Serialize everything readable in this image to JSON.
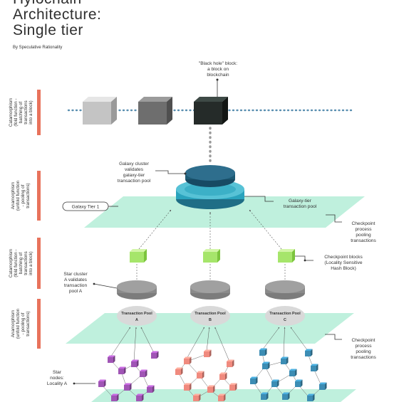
{
  "title": "Hylochain\nArchitecture:\nSingle tier",
  "byline": "By Speculative Rationality",
  "side_labels": [
    [
      "Catamorphism",
      "(fold function -",
      "batching of",
      "transactions",
      "into a block)"
    ],
    [
      "Anamorphism",
      "(unfold function",
      "- pooling of",
      "transactions)"
    ],
    [
      "Catamorphism",
      "(fold function -",
      "batching of",
      "transactions",
      "into a block)"
    ],
    [
      "Anamorphism",
      "(unfold function",
      "- pooling of",
      "transactions)"
    ]
  ],
  "annotations": {
    "black_hole": [
      "\"Black hole\" block:",
      "a block on",
      "blockchain"
    ],
    "galaxy_cluster": [
      "Galaxy cluster",
      "validates",
      "galaxy-tier",
      "transaction pool"
    ],
    "galaxy_tier_tag": "Galaxy Tier 1",
    "galaxy_pool": [
      "Galaxy-tier",
      "transaction pool"
    ],
    "checkpoint_top": [
      "Checkpoint",
      "process",
      "pooling",
      "transactions"
    ],
    "checkpoint_blocks": [
      "Checkpoint blocks",
      "(Locality Sensitive",
      "Hash Block)"
    ],
    "star_cluster": [
      "Star cluster",
      "A validates",
      "transaction",
      "pool A"
    ],
    "checkpoint_bottom": [
      "Checkpoint",
      "process",
      "pooling",
      "transactions"
    ],
    "star_nodes": [
      "Star",
      "nodes:",
      "Locality A"
    ]
  },
  "pools": [
    {
      "title": "Transaction Pool",
      "letter": "A"
    },
    {
      "title": "Transaction Pool",
      "letter": "B"
    },
    {
      "title": "Transaction Pool",
      "letter": "C"
    }
  ],
  "colors": {
    "accent_bar": "#e8735c",
    "dotted_chain": "#5a8fb0",
    "plane": "#bff0dd",
    "galaxy_disc": "#2aa3bd",
    "galaxy_disc_dark": "#1f6e86",
    "checkpoint_cube": "#a6e56b",
    "star_a": "#a055b5",
    "star_b": "#f08a7e",
    "star_c": "#3c8db4"
  }
}
